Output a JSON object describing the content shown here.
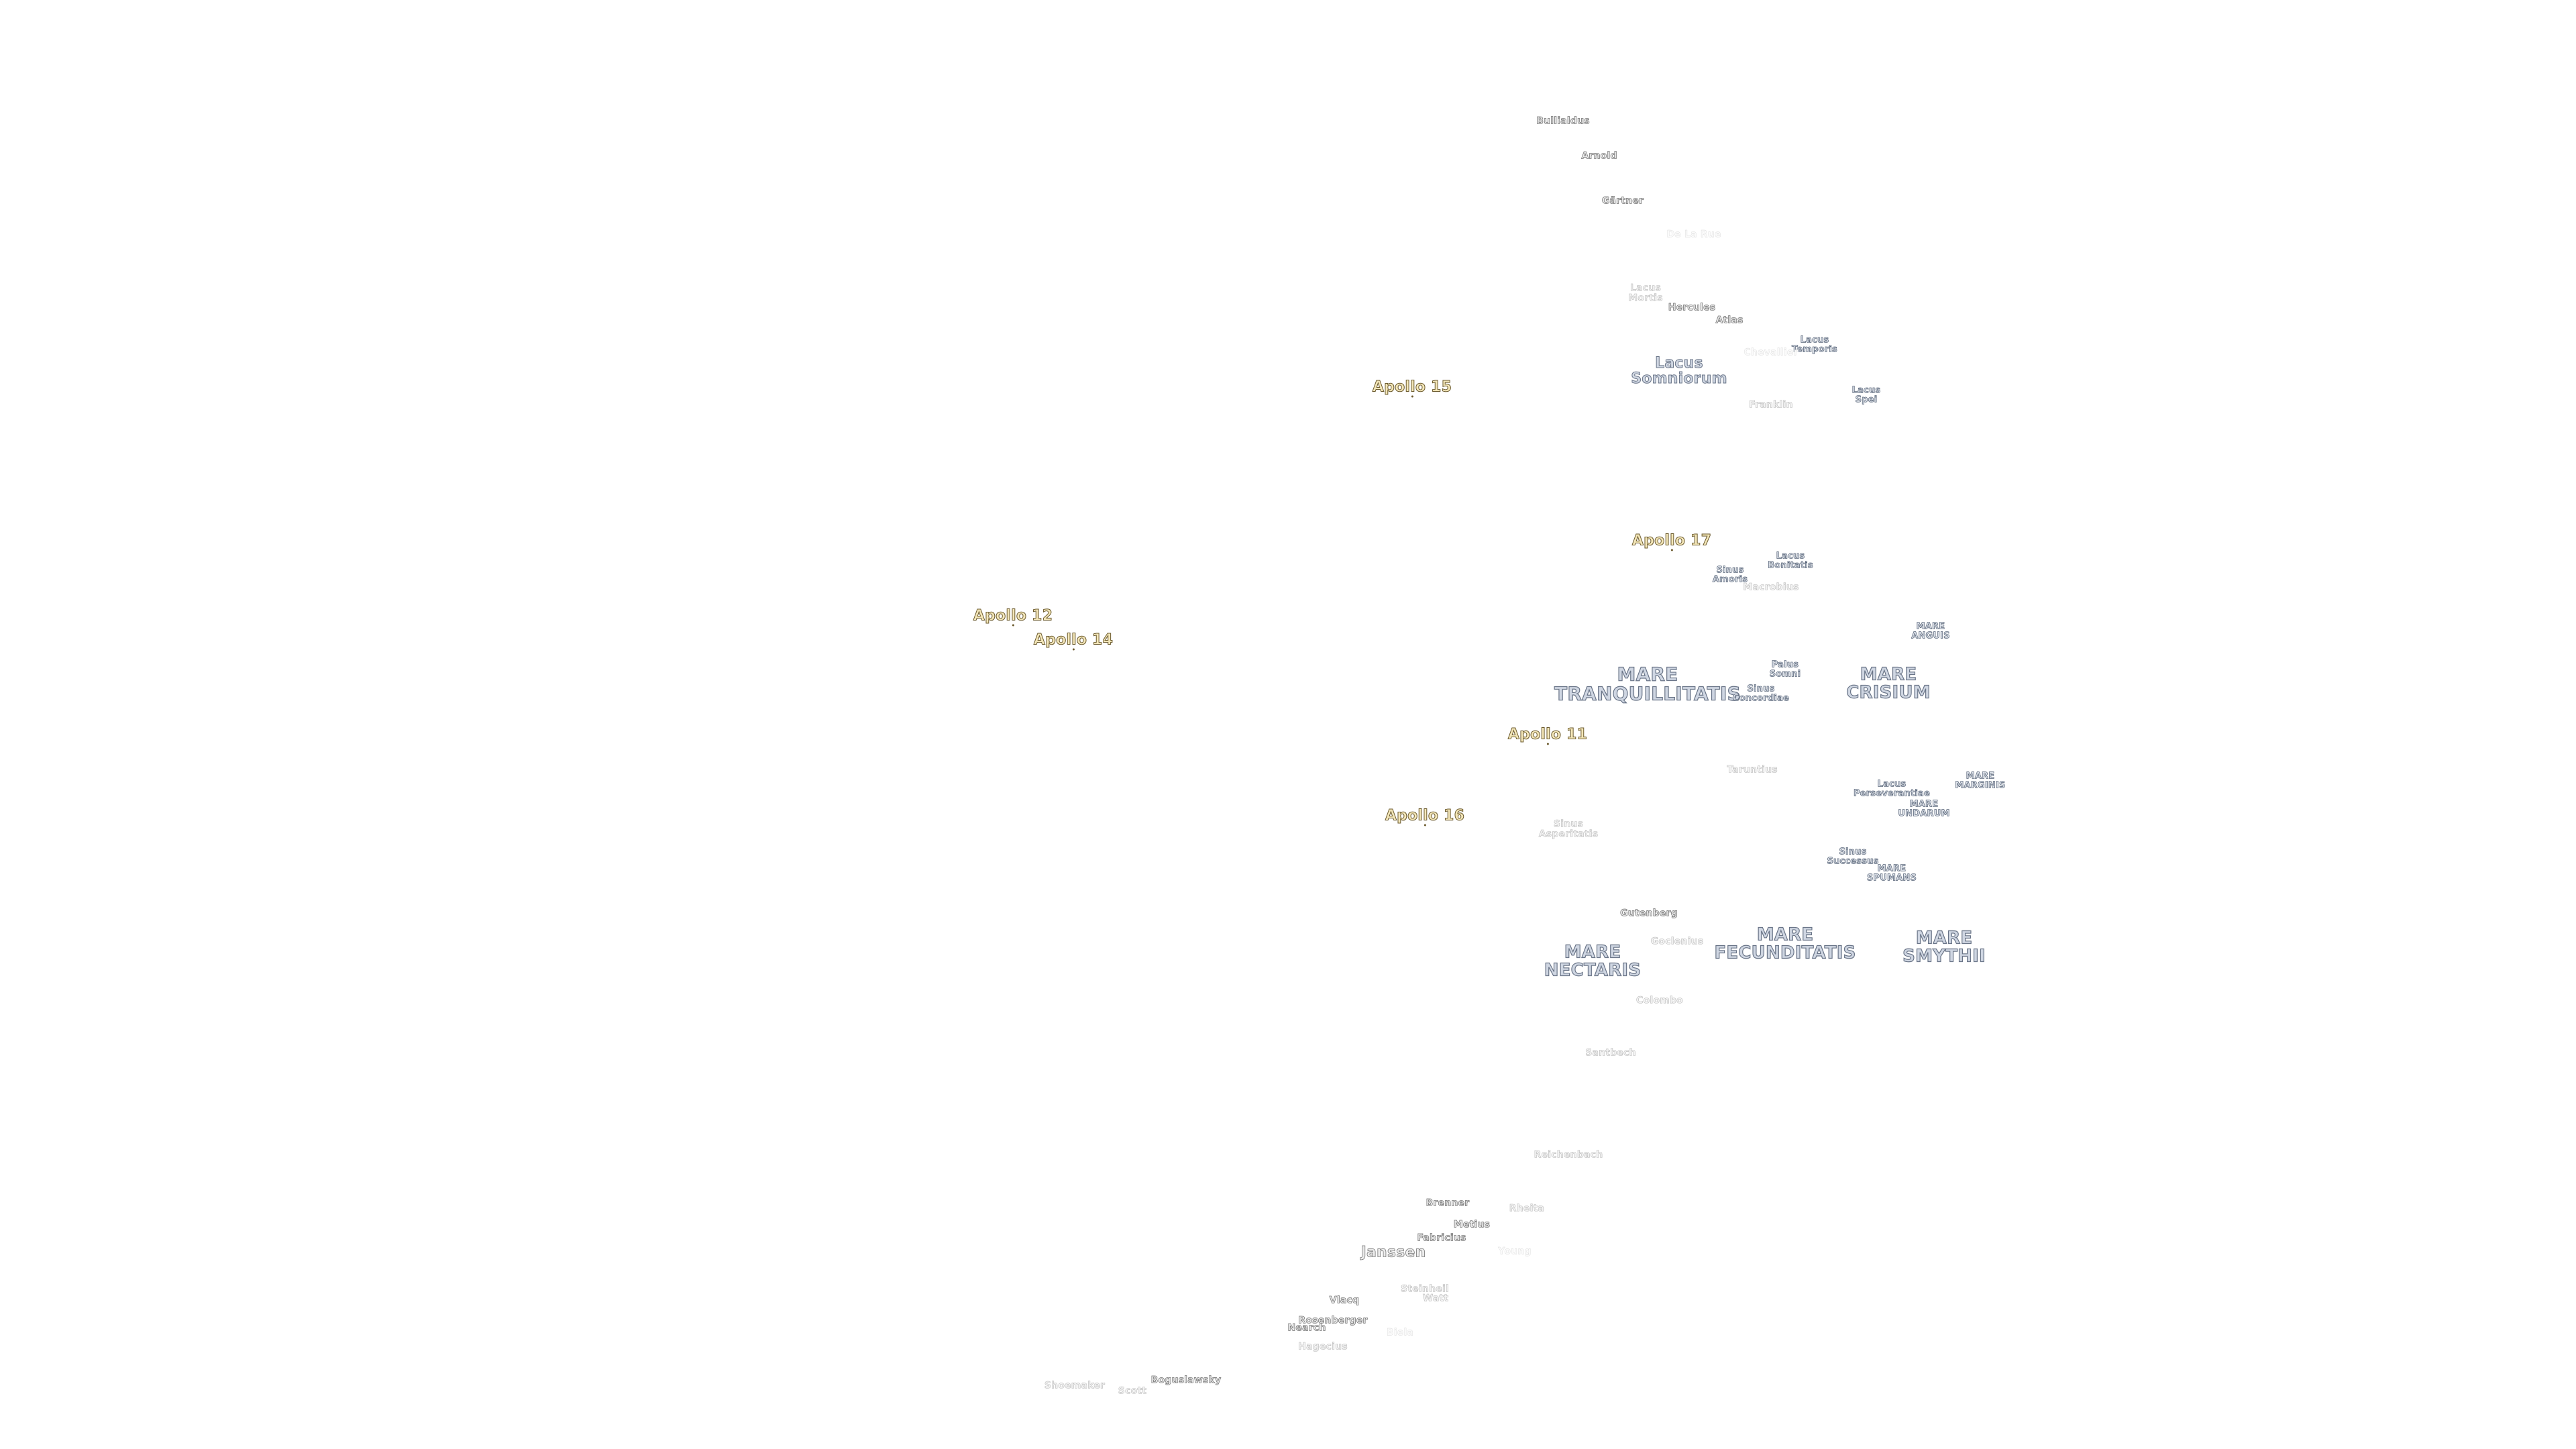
{
  "map": {
    "style": {
      "background": "#ffffff",
      "mare_fill": "#cfd6e2",
      "mare_outline": "#6a7588",
      "crater_fill": "#ececec",
      "crater_outline": "#777777",
      "apollo_fill": "#f3e6b8",
      "apollo_outline": "#6b5a2e"
    },
    "labels": [
      {
        "id": "bullialdus",
        "text": "Bullialdus",
        "kind": "crater"
      },
      {
        "id": "arnold",
        "text": "Arnold",
        "kind": "crater"
      },
      {
        "id": "gartner",
        "text": "Gärtner",
        "kind": "crater"
      },
      {
        "id": "de-la-rue",
        "text": "De La Rue",
        "kind": "faint-xl"
      },
      {
        "id": "lacus-mortis",
        "text": "Lacus\nMortis",
        "kind": "faint"
      },
      {
        "id": "hercules",
        "text": "Hercules",
        "kind": "crater"
      },
      {
        "id": "atlas",
        "text": "Atlas",
        "kind": "crater"
      },
      {
        "id": "lacus-temporis",
        "text": "Lacus\nTemporis",
        "kind": "small"
      },
      {
        "id": "chevallier",
        "text": "Chevallier",
        "kind": "faint-xl"
      },
      {
        "id": "lacus-somniorum",
        "text": "Lacus\nSomniorum",
        "kind": "lacus-big"
      },
      {
        "id": "franklin",
        "text": "Franklin",
        "kind": "faint"
      },
      {
        "id": "lacus-spei",
        "text": "Lacus\nSpei",
        "kind": "small"
      },
      {
        "id": "apollo-15",
        "text": "Apollo 15",
        "kind": "apollo"
      },
      {
        "id": "apollo-17",
        "text": "Apollo 17",
        "kind": "apollo"
      },
      {
        "id": "lacus-bonitatis",
        "text": "Lacus\nBonitatis",
        "kind": "small"
      },
      {
        "id": "sinus-amoris",
        "text": "Sinus\nAmoris",
        "kind": "small"
      },
      {
        "id": "macrobius",
        "text": "Macrobius",
        "kind": "faint"
      },
      {
        "id": "mare-anguis",
        "text": "MARE\nANGUIS",
        "kind": "small"
      },
      {
        "id": "apollo-12",
        "text": "Apollo 12",
        "kind": "apollo"
      },
      {
        "id": "apollo-14",
        "text": "Apollo 14",
        "kind": "apollo"
      },
      {
        "id": "mare-tranquillitatis",
        "text": "MARE\nTRANQUILLITATIS",
        "kind": "mare-big"
      },
      {
        "id": "palus-somni",
        "text": "Palus\nSomni",
        "kind": "small"
      },
      {
        "id": "sinus-concordiae",
        "text": "Sinus\nConcordiae",
        "kind": "small"
      },
      {
        "id": "mare-crisium",
        "text": "MARE\nCRISIUM",
        "kind": "mare"
      },
      {
        "id": "apollo-11",
        "text": "Apollo 11",
        "kind": "apollo"
      },
      {
        "id": "taruntius",
        "text": "Taruntius",
        "kind": "faint"
      },
      {
        "id": "mare-marginis",
        "text": "MARE\nMARGINIS",
        "kind": "small"
      },
      {
        "id": "lacus-perseverantiae",
        "text": "Lacus\nPerseverantiae",
        "kind": "small"
      },
      {
        "id": "mare-undarum",
        "text": "MARE\nUNDARUM",
        "kind": "small"
      },
      {
        "id": "apollo-16",
        "text": "Apollo 16",
        "kind": "apollo"
      },
      {
        "id": "sinus-asperitatis",
        "text": "Sinus\nAsperitatis",
        "kind": "faint"
      },
      {
        "id": "sinus-successus",
        "text": "Sinus\nSuccessus",
        "kind": "small"
      },
      {
        "id": "mare-spumans",
        "text": "MARE\nSPUMANS",
        "kind": "small"
      },
      {
        "id": "gutenberg",
        "text": "Gutenberg",
        "kind": "crater"
      },
      {
        "id": "goclenius",
        "text": "Goclenius",
        "kind": "faint"
      },
      {
        "id": "mare-fecunditatis",
        "text": "MARE\nFECUNDITATIS",
        "kind": "mare"
      },
      {
        "id": "mare-smythii",
        "text": "MARE\nSMYTHII",
        "kind": "mare"
      },
      {
        "id": "mare-nectaris",
        "text": "MARE\nNECTARIS",
        "kind": "mare"
      },
      {
        "id": "colombo",
        "text": "Colombo",
        "kind": "faint"
      },
      {
        "id": "santbech",
        "text": "Santbech",
        "kind": "faint"
      },
      {
        "id": "reichenbach",
        "text": "Reichenbach",
        "kind": "faint"
      },
      {
        "id": "brenner",
        "text": "Brenner",
        "kind": "crater"
      },
      {
        "id": "rheita",
        "text": "Rheita",
        "kind": "faint"
      },
      {
        "id": "metius",
        "text": "Metius",
        "kind": "crater"
      },
      {
        "id": "fabricius",
        "text": "Fabricius",
        "kind": "crater"
      },
      {
        "id": "janssen",
        "text": "Janssen",
        "kind": "crater-med"
      },
      {
        "id": "young",
        "text": "Young",
        "kind": "faint-xl"
      },
      {
        "id": "steinheil",
        "text": "Steinheil",
        "kind": "faint"
      },
      {
        "id": "watt",
        "text": "Watt",
        "kind": "faint"
      },
      {
        "id": "vlacq",
        "text": "Vlacq",
        "kind": "crater"
      },
      {
        "id": "rosenberger",
        "text": "Rosenberger",
        "kind": "crater"
      },
      {
        "id": "nearch",
        "text": "Nearch",
        "kind": "crater"
      },
      {
        "id": "biela",
        "text": "Biela",
        "kind": "faint-xl"
      },
      {
        "id": "hagecius",
        "text": "Hagecius",
        "kind": "faint"
      },
      {
        "id": "boguslawsky",
        "text": "Boguslawsky",
        "kind": "crater"
      },
      {
        "id": "shoemaker",
        "text": "Shoemaker",
        "kind": "faint"
      },
      {
        "id": "scott",
        "text": "Scott",
        "kind": "faint"
      }
    ]
  }
}
